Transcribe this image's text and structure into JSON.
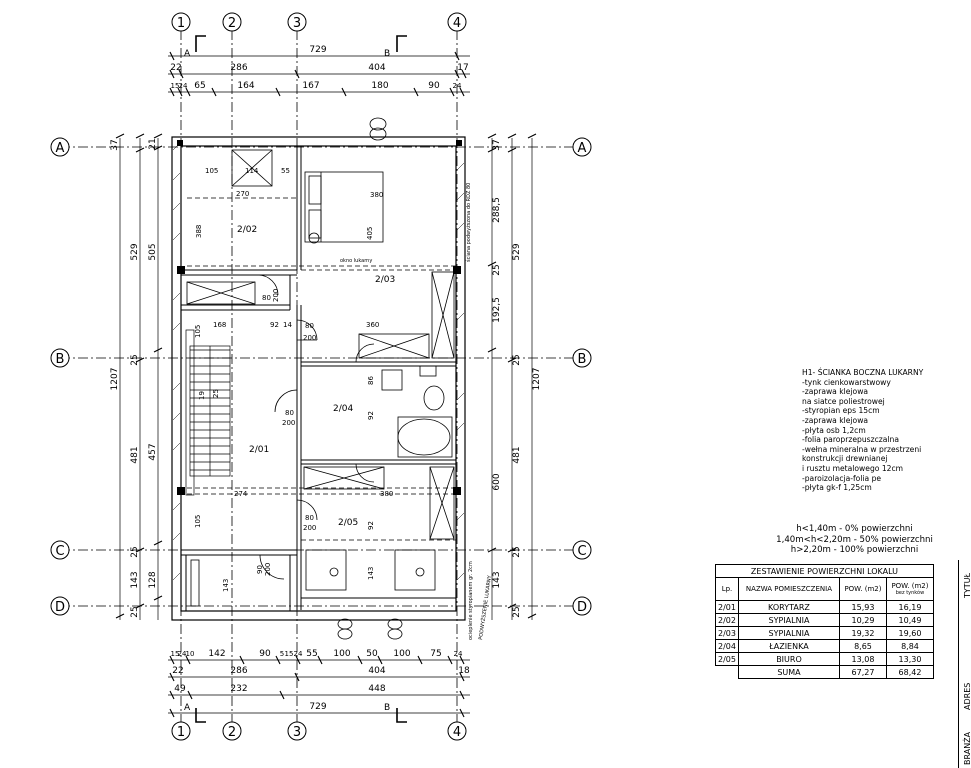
{
  "grid": {
    "columns": [
      "1",
      "2",
      "3",
      "4"
    ],
    "rows": [
      "A",
      "B",
      "C",
      "D"
    ],
    "section_marks": [
      "A",
      "B"
    ]
  },
  "dims_top": {
    "overall": "729",
    "row2": [
      "22",
      "286",
      "404",
      "17"
    ],
    "row3": [
      "15",
      "24",
      "65",
      "164",
      "167",
      "180",
      "90",
      "24"
    ]
  },
  "dims_bottom": {
    "row1": [
      "15",
      "24",
      "10",
      "142",
      "90",
      "5",
      "15",
      "24",
      "55",
      "100",
      "50",
      "100",
      "75",
      "24"
    ],
    "row2": [
      "22",
      "286",
      "404",
      "18"
    ],
    "row3": [
      "49",
      "232",
      "448"
    ],
    "overall": "729"
  },
  "dims_left": {
    "outer": [
      "37",
      "529",
      "25",
      "481",
      "25",
      "143",
      "25"
    ],
    "inner": [
      "21",
      "505",
      "457",
      "128"
    ],
    "overall": "1207"
  },
  "dims_right": {
    "outer": [
      "37",
      "529",
      "25",
      "481",
      "25",
      "143",
      "25"
    ],
    "inner": [
      "288,5",
      "192,5",
      "600"
    ],
    "overall": "1207"
  },
  "rooms": [
    {
      "id": "2/01",
      "name": "KORYTARZ"
    },
    {
      "id": "2/02",
      "name": "SYPIALNIA"
    },
    {
      "id": "2/03",
      "name": "SYPIALNIA"
    },
    {
      "id": "2/04",
      "name": "ŁAZIENKA"
    },
    {
      "id": "2/05",
      "name": "BIURO"
    }
  ],
  "interior_dims": [
    "105",
    "114",
    "55",
    "270",
    "380",
    "388",
    "405",
    "168",
    "92",
    "14",
    "360",
    "80",
    "200",
    "86",
    "92",
    "274",
    "143",
    "90",
    "25",
    "19"
  ],
  "plan_notes": {
    "roof_line": "okno lukarny",
    "wall_note": "ściana podwyższona do RDZ 80",
    "eps_note": "ocieplenie styropianem gr. 2cm",
    "dormer_note": "PODWYŻSZENIE LUKARNY"
  },
  "wall_spec": {
    "title": "H1- ŚCIANKA BOCZNA LUKARNY",
    "lines": [
      "-tynk cienkowarstwowy",
      "-zaprawa klejowa",
      "na siatce poliestrowej",
      "-styropian eps 15cm",
      "-zaprawa klejowa",
      "-płyta osb 1,2cm",
      "-folia paroprzepuszczalna",
      "-wełna mineralna w przestrzeni",
      "konstrukcji drewnianej",
      "i rusztu metalowego 12cm",
      "-paroizolacja-folia pe",
      "-płyta gk-f 1,25cm"
    ]
  },
  "height_rules": [
    "h<1,40m - 0% powierzchni",
    "1,40m<h<2,20m - 50% powierzchni",
    "h>2,20m - 100% powierzchni"
  ],
  "table": {
    "title": "ZESTAWIENIE POWIERZCHNI LOKALU",
    "headers": [
      "Lp.",
      "NAZWA POMIESZCZENIA",
      "POW. (m2)",
      "POW. (m2)"
    ],
    "header_sub": "bez tynków",
    "rows": [
      [
        "2/01",
        "KORYTARZ",
        "15,93",
        "16,19"
      ],
      [
        "2/02",
        "SYPIALNIA",
        "10,29",
        "10,49"
      ],
      [
        "2/03",
        "SYPIALNIA",
        "19,32",
        "19,60"
      ],
      [
        "2/04",
        "ŁAZIENKA",
        "8,65",
        "8,84"
      ],
      [
        "2/05",
        "BIURO",
        "13,08",
        "13,30"
      ]
    ],
    "total_label": "SUMA",
    "total_values": [
      "67,27",
      "68,42"
    ]
  },
  "title_block": [
    "TYTUŁ",
    "ADRES",
    "BRANŻA"
  ]
}
